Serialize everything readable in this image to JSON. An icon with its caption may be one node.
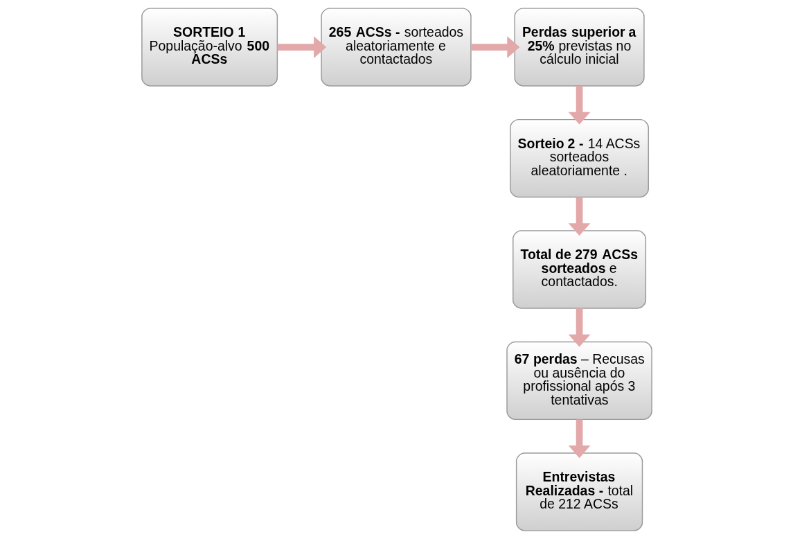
{
  "diagram": {
    "nodes": [
      {
        "text": [
          "**SORTEIO 1** População-alvo **500 ACSs**"
        ]
      },
      {
        "text": [
          "**265 ACSs -** sorteados aleatoriamente e contactados"
        ]
      },
      {
        "text": [
          "**Perdas superior a 25%** previstas no cálculo inicial"
        ]
      },
      {
        "text": [
          "**Sorteio 2 -** 14 ACSs sorteados aleatoriamente ."
        ]
      },
      {
        "text": [
          "**Total de 279 ACSs sorteados** e contactados."
        ]
      },
      {
        "text": [
          "**67 perdas** – Recusas ou ausência do profissional após 3 tentativas"
        ]
      },
      {
        "text": [
          "**Entrevistas Realizadas -** total de 212 ACSs"
        ]
      }
    ],
    "edges": [
      {
        "from": 0,
        "to": 1,
        "arrow": "to"
      },
      {
        "from": 1,
        "to": 2,
        "arrow": "to"
      },
      {
        "from": 2,
        "to": 3,
        "arrow": "to"
      },
      {
        "from": 3,
        "to": 4,
        "arrow": "to"
      },
      {
        "from": 4,
        "to": 5,
        "arrow": "to"
      },
      {
        "from": 5,
        "to": 6,
        "arrow": "to"
      }
    ]
  }
}
